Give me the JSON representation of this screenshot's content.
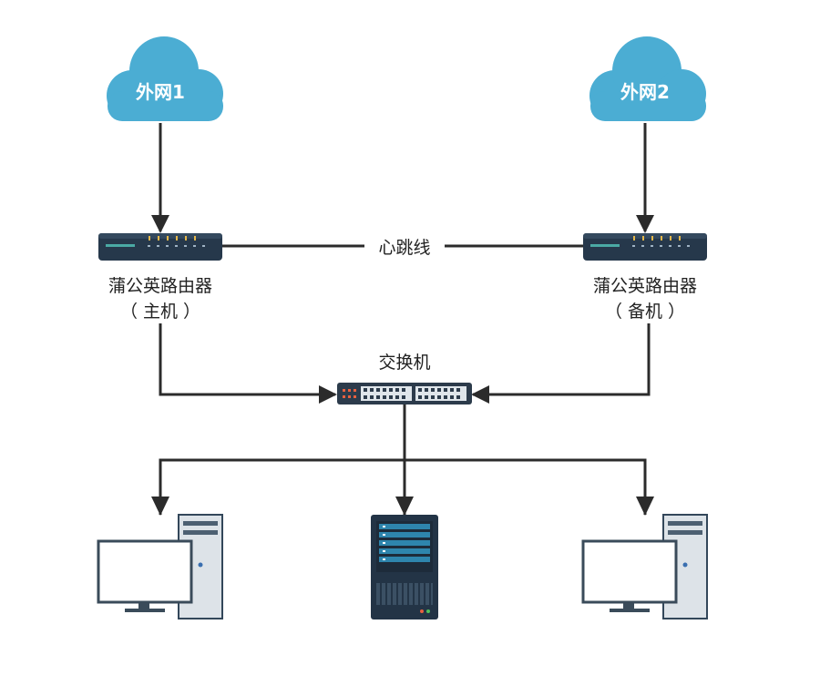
{
  "diagram": {
    "cloud_left_label": "外网1",
    "cloud_right_label": "外网2",
    "heartbeat_label": "心跳线",
    "router_left": {
      "name": "蒲公英路由器",
      "role": "（ 主机 ）"
    },
    "router_right": {
      "name": "蒲公英路由器",
      "role": "（ 备机 ）"
    },
    "switch_label": "交换机"
  },
  "colors": {
    "cloud": "#4badd3",
    "line": "#2b2b2b",
    "device_dark": "#233446",
    "router_body": "#26384b",
    "router_accent": "#4aa9a4",
    "router_led": "#e6b84a",
    "switch_port": "#dfe5ea",
    "switch_led": "#e8603f",
    "monitor_frame": "#3a4b5a",
    "screen_blue": "#2e85ad",
    "tower": "#dde3e8"
  },
  "icons": [
    "cloud-icon",
    "router-icon",
    "switch-icon",
    "computer-icon",
    "server-icon"
  ]
}
